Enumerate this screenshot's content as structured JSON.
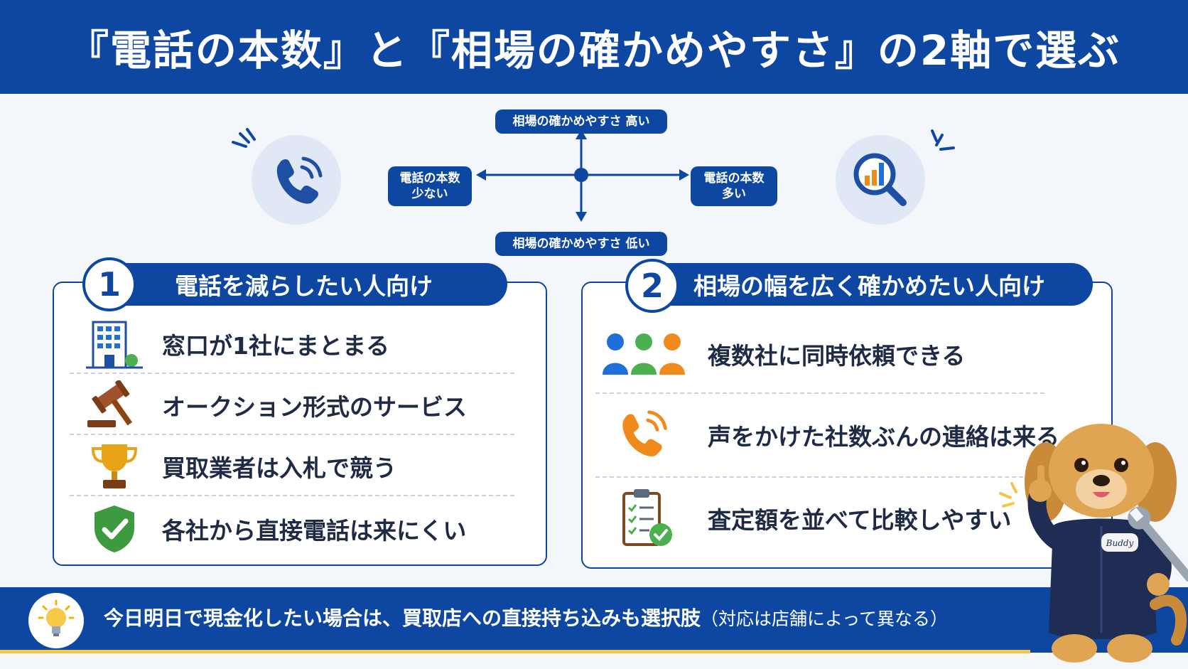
{
  "header": {
    "title": "『電話の本数』と『相場の確かめやすさ』の2軸で選ぶ"
  },
  "axis": {
    "top": "相場の確かめやすさ 高い",
    "bottom": "相場の確かめやすさ 低い",
    "left_line1": "電話の本数",
    "left_line2": "少ない",
    "right_line1": "電話の本数",
    "right_line2": "多い"
  },
  "card1": {
    "number": "1",
    "title": "電話を減らしたい人向け",
    "items": [
      {
        "icon": "office-building-icon",
        "text": "窓口が1社にまとまる"
      },
      {
        "icon": "gavel-icon",
        "text": "オークション形式のサービス"
      },
      {
        "icon": "trophy-icon",
        "text": "買取業者は入札で競う"
      },
      {
        "icon": "shield-check-icon",
        "text": "各社から直接電話は来にくい"
      }
    ]
  },
  "card2": {
    "number": "2",
    "title": "相場の幅を広く確かめたい人向け",
    "items": [
      {
        "icon": "people-group-icon",
        "text": "複数社に同時依頼できる"
      },
      {
        "icon": "phone-ringing-icon",
        "text": "声をかけた社数ぶんの連絡は来る"
      },
      {
        "icon": "clipboard-check-icon",
        "text": "査定額を並べて比較しやすい"
      }
    ]
  },
  "footer": {
    "main": "今日明日で現金化したい場合は、買取店への直接持ち込みも選択肢",
    "note": "（対応は店舗によって異なる）"
  },
  "mascot": {
    "badge": "Buddy"
  },
  "colors": {
    "primary": "#0d47a1",
    "accent": "#f3c64b",
    "orange": "#f08a1c",
    "green": "#4caf50"
  }
}
